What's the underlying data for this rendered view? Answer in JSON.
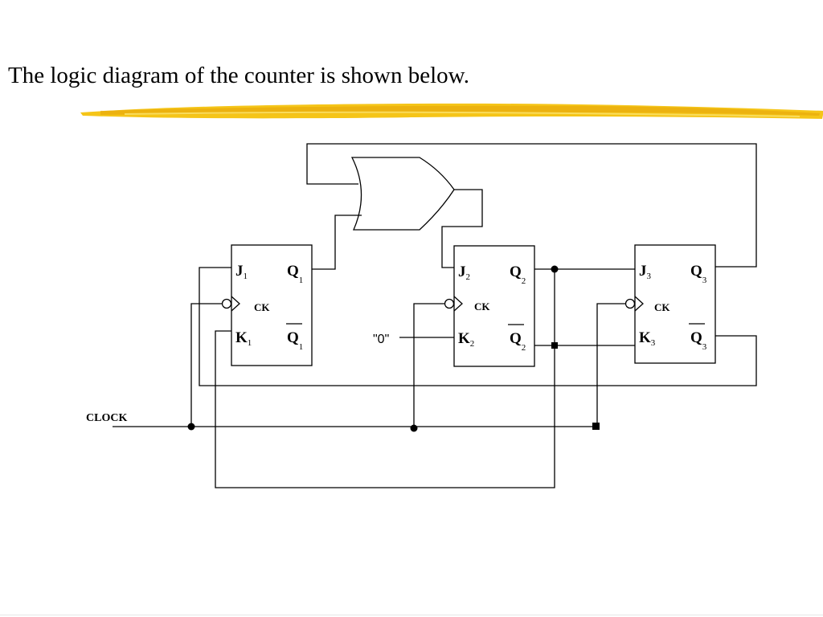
{
  "slide": {
    "title": "The logic diagram of the counter is shown below."
  },
  "colors": {
    "highlight": "#f5c518",
    "highlight_dark": "#e8a90c",
    "wire": "#000000"
  },
  "diagram": {
    "clock_label": "CLOCK",
    "zero_label": "\"0\"",
    "flip_flops": [
      {
        "j_main": "J",
        "j_sub": "1",
        "k_main": "K",
        "k_sub": "1",
        "q_main": "Q",
        "q_sub": "1",
        "qbar_main": "Q",
        "qbar_sub": "1",
        "ck": "CK"
      },
      {
        "j_main": "J",
        "j_sub": "2",
        "k_main": "K",
        "k_sub": "2",
        "q_main": "Q",
        "q_sub": "2",
        "qbar_main": "Q",
        "qbar_sub": "2",
        "ck": "CK"
      },
      {
        "j_main": "J",
        "j_sub": "3",
        "k_main": "K",
        "k_sub": "3",
        "q_main": "Q",
        "q_sub": "3",
        "qbar_main": "Q",
        "qbar_sub": "3",
        "ck": "CK"
      }
    ]
  }
}
